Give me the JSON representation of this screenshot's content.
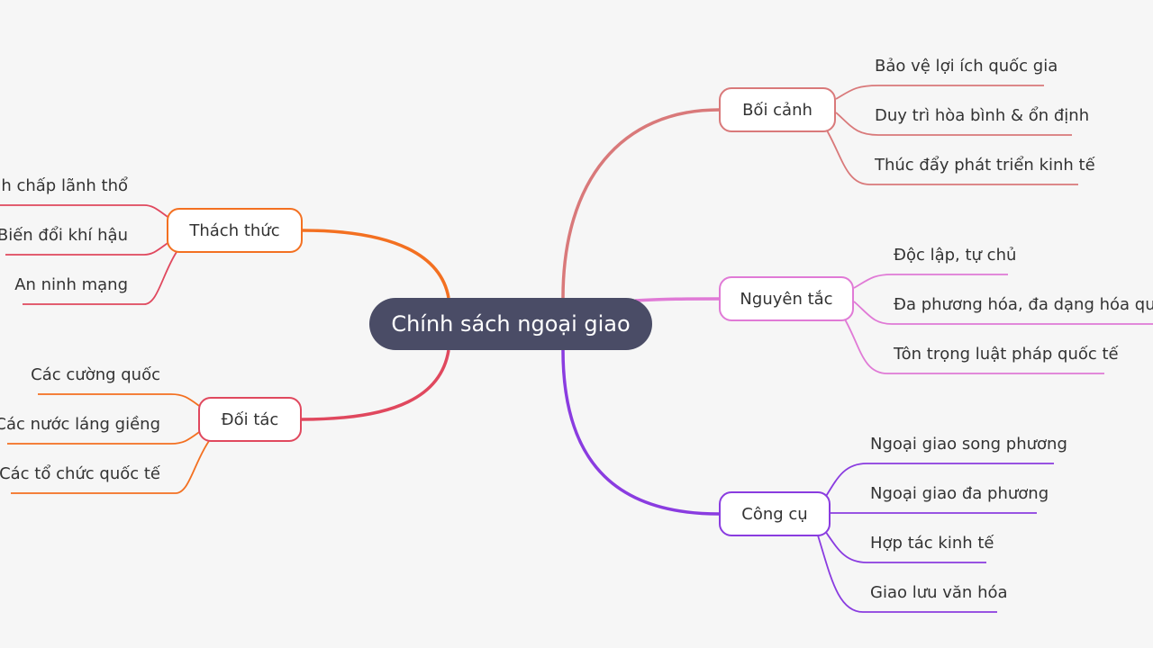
{
  "mindmap": {
    "root": {
      "label": "Chính sách ngoại giao"
    },
    "branches": [
      {
        "label": "Bối cảnh",
        "color": "#d9797a",
        "children": [
          "Bảo vệ lợi ích quốc gia",
          "Duy trì hòa bình & ổn định",
          "Thúc đẩy phát triển kinh tế"
        ]
      },
      {
        "label": "Nguyên tắc",
        "color": "#e07ad6",
        "children": [
          "Độc lập, tự chủ",
          "Đa phương hóa, đa dạng hóa quan",
          "Tôn trọng luật pháp quốc tế"
        ]
      },
      {
        "label": "Công cụ",
        "color": "#8a3ce0",
        "children": [
          "Ngoại giao song phương",
          "Ngoại giao đa phương",
          "Hợp tác kinh tế",
          "Giao lưu văn hóa"
        ]
      },
      {
        "label": "Thách thức",
        "color": "#f37021",
        "leaf_color": "#e0485e",
        "children": [
          "nh chấp lãnh thổ",
          "Biến đổi khí hậu",
          "An ninh mạng"
        ]
      },
      {
        "label": "Đối tác",
        "color": "#e0485e",
        "leaf_color": "#f37021",
        "children": [
          "Các cường quốc",
          "Các nước láng giềng",
          "Các tổ chức quốc tế"
        ]
      }
    ]
  }
}
